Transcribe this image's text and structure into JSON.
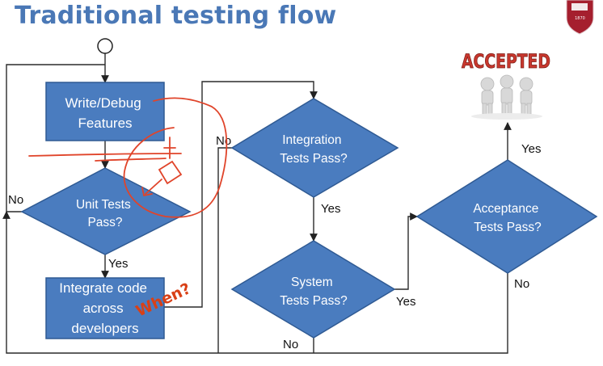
{
  "title": "Traditional testing flow",
  "colors": {
    "shape_fill": "#4a7cbf",
    "shape_stroke": "#2f5a93",
    "title": "#4a78b6",
    "annotation": "#e0442a"
  },
  "nodes": {
    "write_debug": [
      "Write/Debug",
      "Features"
    ],
    "unit_tests": [
      "Unit Tests",
      "Pass?"
    ],
    "integrate": [
      "Integrate code",
      "across",
      "developers"
    ],
    "integration_tests": [
      "Integration",
      "Tests Pass?"
    ],
    "system_tests": [
      "System",
      "Tests Pass?"
    ],
    "acceptance_tests": [
      "Acceptance",
      "Tests Pass?"
    ]
  },
  "edge_labels": {
    "unit_no": "No",
    "unit_yes": "Yes",
    "integration_no": "No",
    "integration_yes": "Yes",
    "system_no": "No",
    "system_yes": "Yes",
    "acceptance_yes": "Yes",
    "acceptance_no": "No"
  },
  "handwritten_note": "When?",
  "clipart": {
    "sign_text": "ACCEPTED",
    "icon": "accepted-people-icon"
  },
  "logo": {
    "icon": "university-shield-icon",
    "year": "1870"
  }
}
